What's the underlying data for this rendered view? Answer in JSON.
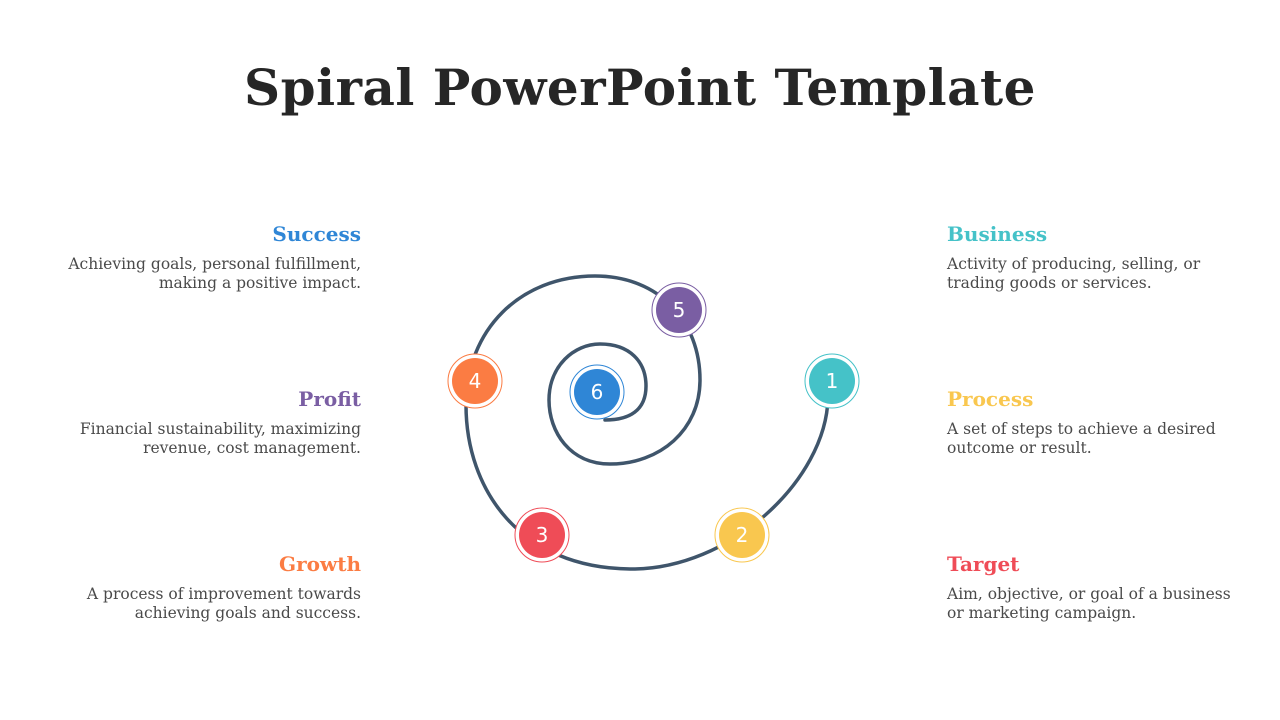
{
  "title": "Spiral PowerPoint Template",
  "colors": {
    "spiral_line": "#3f556b",
    "business": "#45c2c8",
    "process": "#f9c74f",
    "target": "#ef4c57",
    "growth": "#fb7c43",
    "profit": "#7a5ea3",
    "success": "#2f86d6"
  },
  "items": {
    "success": {
      "heading": "Success",
      "text": "Achieving goals, personal fulfillment, making a positive impact."
    },
    "profit": {
      "heading": "Profit",
      "text": "Financial sustainability, maximizing revenue, cost management."
    },
    "growth": {
      "heading": "Growth",
      "text": "A process of improvement towards achieving goals and success."
    },
    "business": {
      "heading": "Business",
      "text": "Activity of producing, selling, or trading goods or services."
    },
    "process": {
      "heading": "Process",
      "text": "A set of steps to achieve a desired outcome or result."
    },
    "target": {
      "heading": "Target",
      "text": "Aim, objective, or goal of a business or marketing campaign."
    }
  },
  "nodes": [
    {
      "label": "1",
      "key": "business"
    },
    {
      "label": "2",
      "key": "process"
    },
    {
      "label": "3",
      "key": "target"
    },
    {
      "label": "4",
      "key": "growth"
    },
    {
      "label": "5",
      "key": "profit"
    },
    {
      "label": "6",
      "key": "success"
    }
  ]
}
